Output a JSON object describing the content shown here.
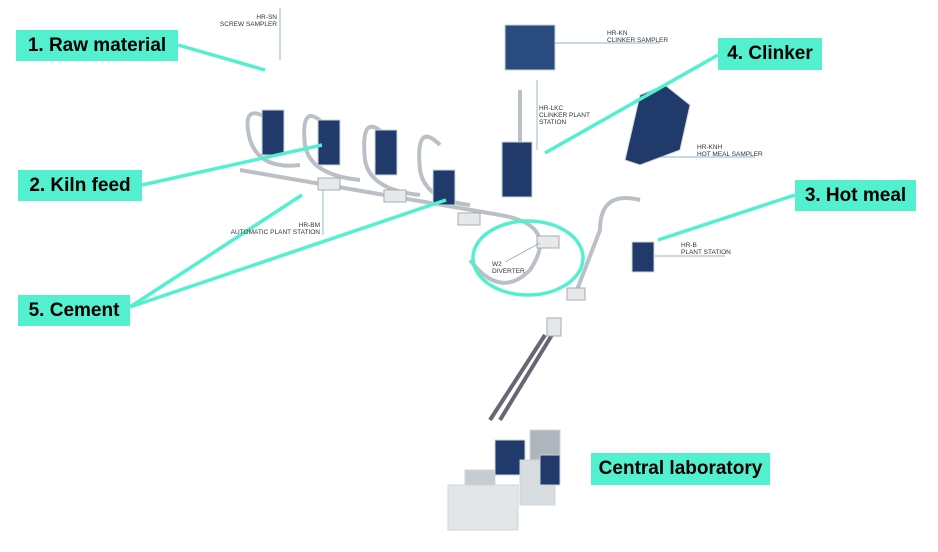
{
  "callouts": {
    "raw_material": "1. Raw material",
    "kiln_feed": "2. Kiln feed",
    "hot_meal": "3. Hot meal",
    "clinker": "4. Clinker",
    "cement": "5. Cement",
    "central_lab": "Central laboratory"
  },
  "equipment_labels": {
    "screw_sampler": {
      "code": "HR-SN",
      "name": "SCREW SAMPLER"
    },
    "clinker_sampler": {
      "code": "HR-KN",
      "name": "CLINKER SAMPLER"
    },
    "clinker_plant_station": {
      "code": "HR-LKC",
      "name": "CLINKER PLANT",
      "name2": "STATION"
    },
    "hot_meal_sampler": {
      "code": "HR-KNH",
      "name": "HOT MEAL SAMPLER"
    },
    "automatic_plant_station": {
      "code": "HR-BM",
      "name": "AUTOMATIC PLANT STATION"
    },
    "diverter": {
      "code": "W2",
      "name": "DIVERTER"
    },
    "plant_station": {
      "code": "HR-B",
      "name": "PLANT STATION"
    }
  },
  "colors": {
    "accent": "#52f0cf",
    "equipment": "#1f3a6b"
  }
}
